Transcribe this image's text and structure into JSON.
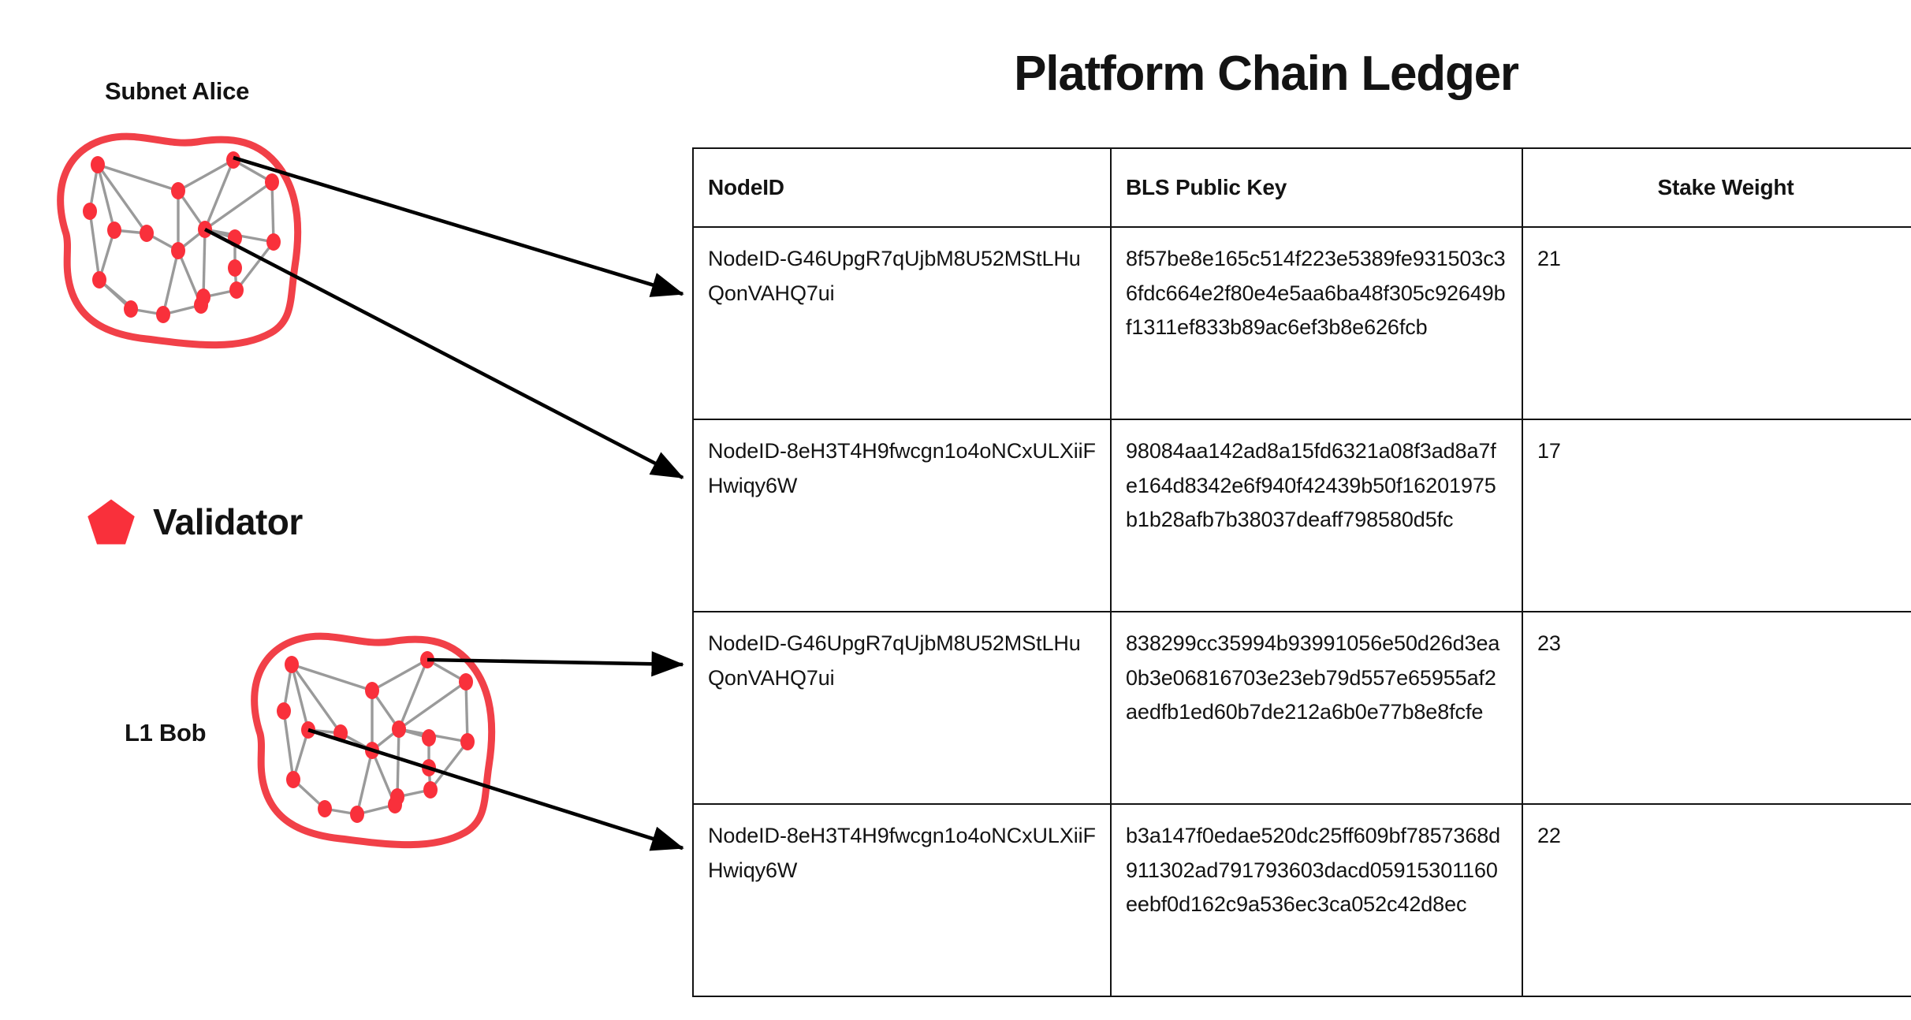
{
  "title": "Platform Chain Ledger",
  "colors": {
    "validator_red": "#F9303B",
    "blob_outline": "#F14048",
    "edge_gray": "#9A9A9A",
    "ink": "#131313"
  },
  "networks": [
    {
      "id": "subnet-alice",
      "label": "Subnet Alice"
    },
    {
      "id": "l1-bob",
      "label": "L1 Bob"
    }
  ],
  "legend": {
    "label": "Validator",
    "icon": "pentagon-icon"
  },
  "table": {
    "columns": [
      {
        "key": "node_id",
        "label": "NodeID",
        "align": "left"
      },
      {
        "key": "bls_public_key",
        "label": "BLS Public Key",
        "align": "left"
      },
      {
        "key": "stake_weight",
        "label": "Stake Weight",
        "align": "center"
      }
    ],
    "rows": [
      {
        "node_id": "NodeID-G46UpgR7qUjbM8U52MStLHuQonVAHQ7ui",
        "bls_public_key": "8f57be8e165c514f223e5389fe931503c36fdc664e2f80e4e5aa6ba48f305c92649bf1311ef833b89ac6ef3b8e626fcb",
        "stake_weight": "21"
      },
      {
        "node_id": "NodeID-8eH3T4H9fwcgn1o4oNCxULXiiFHwiqy6W",
        "bls_public_key": "98084aa142ad8a15fd6321a08f3ad8a7fe164d8342e6f940f42439b50f16201975b1b28afb7b38037deaff798580d5fc",
        "stake_weight": "17"
      },
      {
        "node_id": "NodeID-G46UpgR7qUjbM8U52MStLHuQonVAHQ7ui",
        "bls_public_key": "838299cc35994b93991056e50d26d3ea0b3e06816703e23eb79d557e65955af2aedfb1ed60b7de212a6b0e77b8e8fcfe",
        "stake_weight": "23"
      },
      {
        "node_id": "NodeID-8eH3T4H9fwcgn1o4oNCxULXiiFHwiqy6W",
        "bls_public_key": "b3a147f0edae520dc25ff609bf7857368d911302ad791793603dacd05915301160eebf0d162c9a536ec3ca052c42d8ec",
        "stake_weight": "22"
      }
    ]
  }
}
